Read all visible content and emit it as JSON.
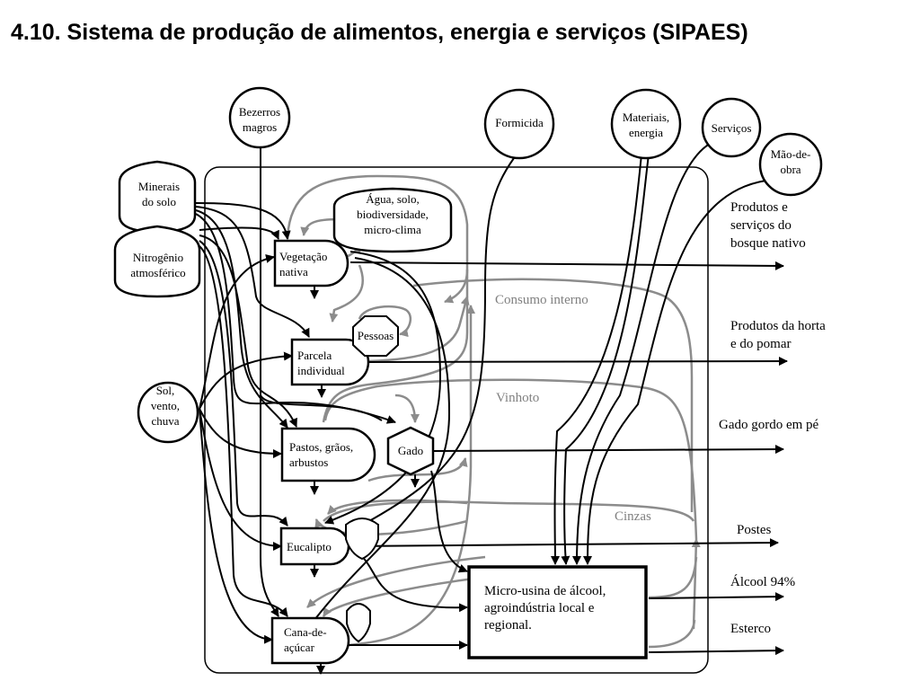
{
  "title": "4.10. Sistema de produção de alimentos, energia e serviços (SIPAES)",
  "sources": {
    "bezerros": [
      "Bezerros",
      "magros"
    ],
    "formicida": [
      "Formicida"
    ],
    "materiais": [
      "Materiais,",
      "energia"
    ],
    "servicos": [
      "Serviços"
    ],
    "mao_de_obra": [
      "Mão-de-",
      "obra"
    ],
    "minerais": [
      "Minerais",
      "do solo"
    ],
    "nitrogenio": [
      "Nitrogênio",
      "atmosférico"
    ],
    "sol": [
      "Sol,",
      "vento,",
      "chuva"
    ]
  },
  "storage": {
    "agua": [
      "Água, solo,",
      "biodiversidade,",
      "micro-clima"
    ]
  },
  "producers": {
    "vegetacao": [
      "Vegetação",
      "nativa"
    ],
    "parcela": [
      "Parcela",
      "individual"
    ],
    "pastos": [
      "Pastos, grãos,",
      "arbustos"
    ],
    "eucalipto": [
      "Eucalipto"
    ],
    "cana": [
      "Cana-de-",
      "açúcar"
    ]
  },
  "consumers": {
    "pessoas": [
      "Pessoas"
    ],
    "gado": [
      "Gado"
    ]
  },
  "usina": [
    "Micro-usina de álcool,",
    "agroindústria local e",
    "regional."
  ],
  "flow_labels": {
    "consumo": "Consumo interno",
    "vinhoto": "Vinhoto",
    "cinzas": "Cinzas"
  },
  "outputs": {
    "bosque": [
      "Produtos e",
      "serviços do",
      "bosque nativo"
    ],
    "horta": [
      "Produtos da horta",
      "e do pomar"
    ],
    "gado_gordo": [
      "Gado gordo em pé"
    ],
    "postes": [
      "Postes"
    ],
    "alcool": [
      "Álcool 94%"
    ],
    "esterco": [
      "Esterco"
    ]
  }
}
